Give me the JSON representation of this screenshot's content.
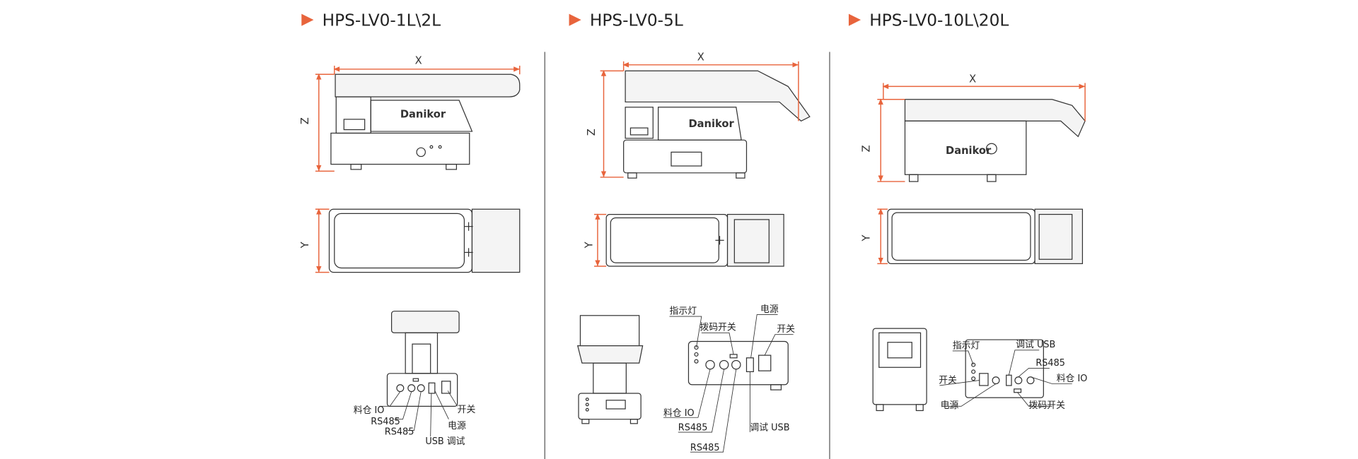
{
  "accent_color": "#e8643c",
  "panels": [
    {
      "title": "HPS-LV0-1L\\2L",
      "dims": {
        "x": "X",
        "y": "Y",
        "z": "Z"
      },
      "brand": "Danikor",
      "labels": [
        "料仓 IO",
        "RS485",
        "RS485",
        "USB 调试",
        "电源",
        "开关"
      ]
    },
    {
      "title": "HPS-LV0-5L",
      "dims": {
        "x": "X",
        "y": "Y",
        "z": "Z"
      },
      "brand": "Danikor",
      "labels": [
        "指示灯",
        "拨码开关",
        "电源",
        "开关",
        "料仓 IO",
        "RS485",
        "RS485",
        "调试 USB"
      ]
    },
    {
      "title": "HPS-LV0-10L\\20L",
      "dims": {
        "x": "X",
        "y": "Y",
        "z": "Z"
      },
      "brand": "Danikor",
      "labels": [
        "指示灯",
        "调试 USB",
        "RS485",
        "开关",
        "料仓 IO",
        "电源",
        "拨码开关"
      ]
    }
  ]
}
